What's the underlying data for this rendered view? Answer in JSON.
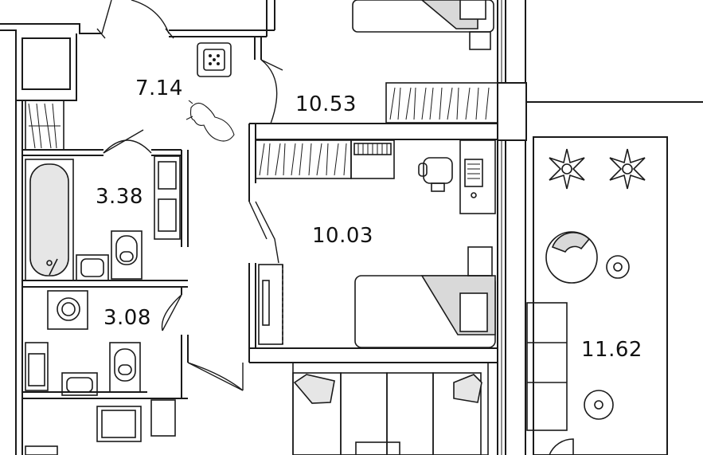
{
  "floorplan": {
    "rooms": [
      {
        "id": "hall",
        "area": "7.14"
      },
      {
        "id": "bedroom-1",
        "area": "10.53"
      },
      {
        "id": "bathroom",
        "area": "3.38"
      },
      {
        "id": "bedroom-2",
        "area": "10.03"
      },
      {
        "id": "wc",
        "area": "3.08"
      },
      {
        "id": "balcony",
        "area": "11.62"
      }
    ]
  },
  "colors": {
    "wall": "#1a1a1a",
    "fill_wall": "#ffffff",
    "furniture_fill": "#d9d9d9",
    "line": "#222222"
  }
}
